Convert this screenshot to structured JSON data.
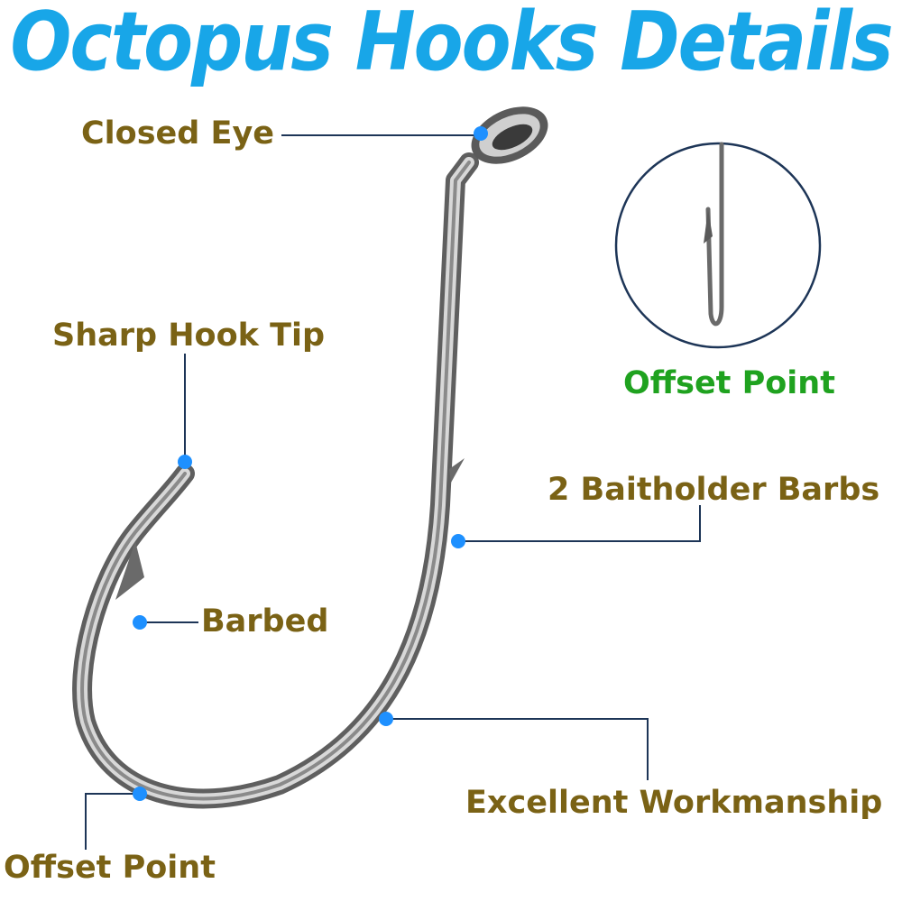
{
  "title": "Octopus Hooks Details",
  "colors": {
    "title": "#18a6e8",
    "label": "#7a6215",
    "offset_label": "#1fa21f",
    "leader": "#1d3557",
    "dot": "#1e90ff",
    "hook_metal": "#8d8d8d"
  },
  "labels": {
    "closed_eye": "Closed Eye",
    "sharp_hook_tip": "Sharp Hook Tip",
    "offset_point_circle": "Offset Point",
    "baitholder_barbs": "2 Baitholder Barbs",
    "barbed": "Barbed",
    "excellent_workmanship": "Excellent Workmanship",
    "offset_point_bottom": "Offset Point"
  }
}
